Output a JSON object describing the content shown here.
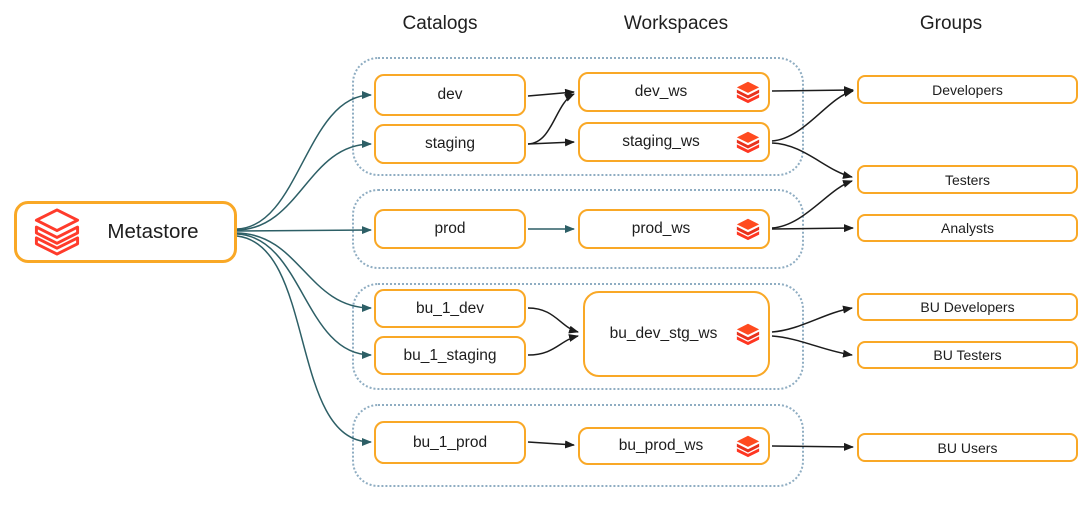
{
  "headers": {
    "catalogs": "Catalogs",
    "workspaces": "Workspaces",
    "groups": "Groups"
  },
  "metastore": {
    "label": "Metastore",
    "icon": "databricks-outline-icon"
  },
  "nodes": {
    "catalogs": [
      {
        "id": "dev",
        "label": "dev"
      },
      {
        "id": "staging",
        "label": "staging"
      },
      {
        "id": "prod",
        "label": "prod"
      },
      {
        "id": "bu_1_dev",
        "label": "bu_1_dev"
      },
      {
        "id": "bu_1_staging",
        "label": "bu_1_staging"
      },
      {
        "id": "bu_1_prod",
        "label": "bu_1_prod"
      }
    ],
    "workspaces": [
      {
        "id": "dev_ws",
        "label": "dev_ws",
        "icon": "databricks-icon"
      },
      {
        "id": "staging_ws",
        "label": "staging_ws",
        "icon": "databricks-icon"
      },
      {
        "id": "prod_ws",
        "label": "prod_ws",
        "icon": "databricks-icon"
      },
      {
        "id": "bu_dev_stg_ws",
        "label": "bu_dev_stg_ws",
        "icon": "databricks-icon"
      },
      {
        "id": "bu_prod_ws",
        "label": "bu_prod_ws",
        "icon": "databricks-icon"
      }
    ],
    "groups": [
      {
        "id": "developers",
        "label": "Developers"
      },
      {
        "id": "testers",
        "label": "Testers"
      },
      {
        "id": "analysts",
        "label": "Analysts"
      },
      {
        "id": "bu_developers",
        "label": "BU Developers"
      },
      {
        "id": "bu_testers",
        "label": "BU Testers"
      },
      {
        "id": "bu_users",
        "label": "BU Users"
      }
    ]
  },
  "edges": [
    {
      "from": "metastore",
      "to": "dev",
      "color": "teal"
    },
    {
      "from": "metastore",
      "to": "staging",
      "color": "teal"
    },
    {
      "from": "metastore",
      "to": "prod",
      "color": "teal"
    },
    {
      "from": "metastore",
      "to": "bu_1_dev",
      "color": "teal"
    },
    {
      "from": "metastore",
      "to": "bu_1_staging",
      "color": "teal"
    },
    {
      "from": "metastore",
      "to": "bu_1_prod",
      "color": "teal"
    },
    {
      "from": "dev",
      "to": "dev_ws",
      "color": "black"
    },
    {
      "from": "staging",
      "to": "dev_ws",
      "color": "black"
    },
    {
      "from": "staging",
      "to": "staging_ws",
      "color": "black"
    },
    {
      "from": "prod",
      "to": "prod_ws",
      "color": "teal"
    },
    {
      "from": "bu_1_dev",
      "to": "bu_dev_stg_ws",
      "color": "black"
    },
    {
      "from": "bu_1_staging",
      "to": "bu_dev_stg_ws",
      "color": "black"
    },
    {
      "from": "bu_1_prod",
      "to": "bu_prod_ws",
      "color": "black"
    },
    {
      "from": "dev_ws",
      "to": "developers",
      "color": "black"
    },
    {
      "from": "staging_ws",
      "to": "developers",
      "color": "black"
    },
    {
      "from": "staging_ws",
      "to": "testers",
      "color": "black"
    },
    {
      "from": "prod_ws",
      "to": "testers",
      "color": "black"
    },
    {
      "from": "prod_ws",
      "to": "analysts",
      "color": "black"
    },
    {
      "from": "bu_dev_stg_ws",
      "to": "bu_developers",
      "color": "black"
    },
    {
      "from": "bu_dev_stg_ws",
      "to": "bu_testers",
      "color": "black"
    },
    {
      "from": "bu_prod_ws",
      "to": "bu_users",
      "color": "black"
    }
  ],
  "colors": {
    "node_border": "#F9A826",
    "databricks_red": "#FF3621",
    "teal_line": "#2D5F66",
    "black_line": "#1C1C1C",
    "cluster_dot": "#8FADC2"
  }
}
